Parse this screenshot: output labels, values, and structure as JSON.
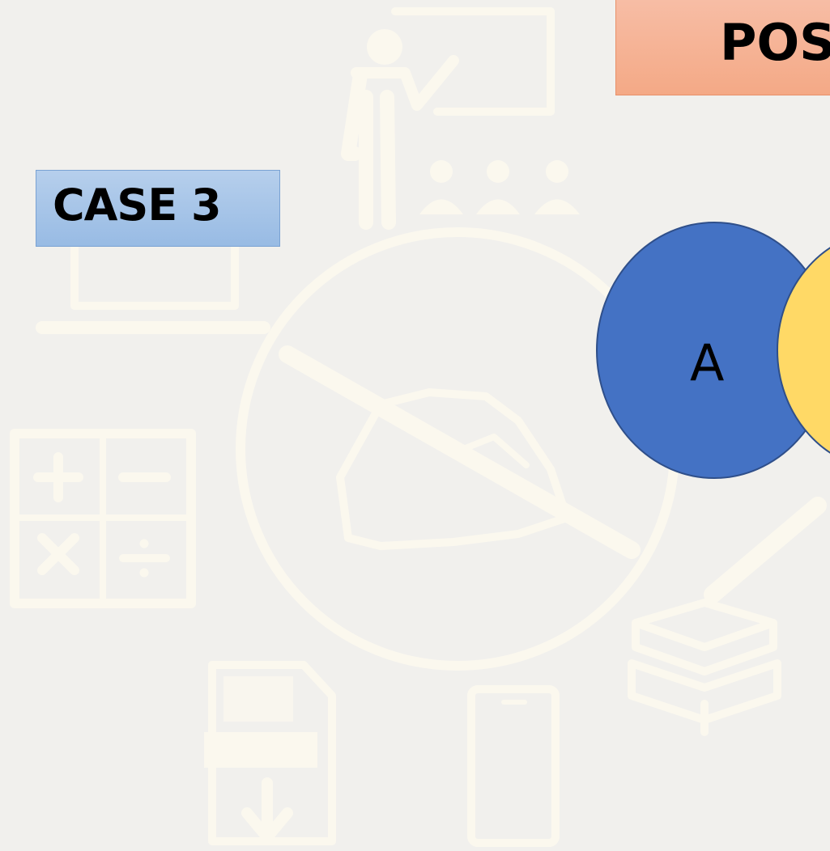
{
  "title": {
    "text": "POS"
  },
  "case_label": {
    "text": "CASE 3"
  },
  "venn": {
    "set_a_label": "A",
    "colors": {
      "set_a": "#4472c4",
      "set_b": "#ffd966",
      "outline": "#2f4f8a"
    }
  },
  "background_icons": [
    "presenter-icon",
    "audience-icon",
    "laptop-icon",
    "writing-hand-icon",
    "calculator-icon",
    "pdf-download-icon",
    "smartphone-icon",
    "books-icon",
    "pencil-icon"
  ],
  "colors": {
    "page_bg": "#f1f0ed",
    "icon_tint": "#fbf8ee",
    "title_bg": "#f4a986",
    "case_bg": "#a6c4e8"
  }
}
